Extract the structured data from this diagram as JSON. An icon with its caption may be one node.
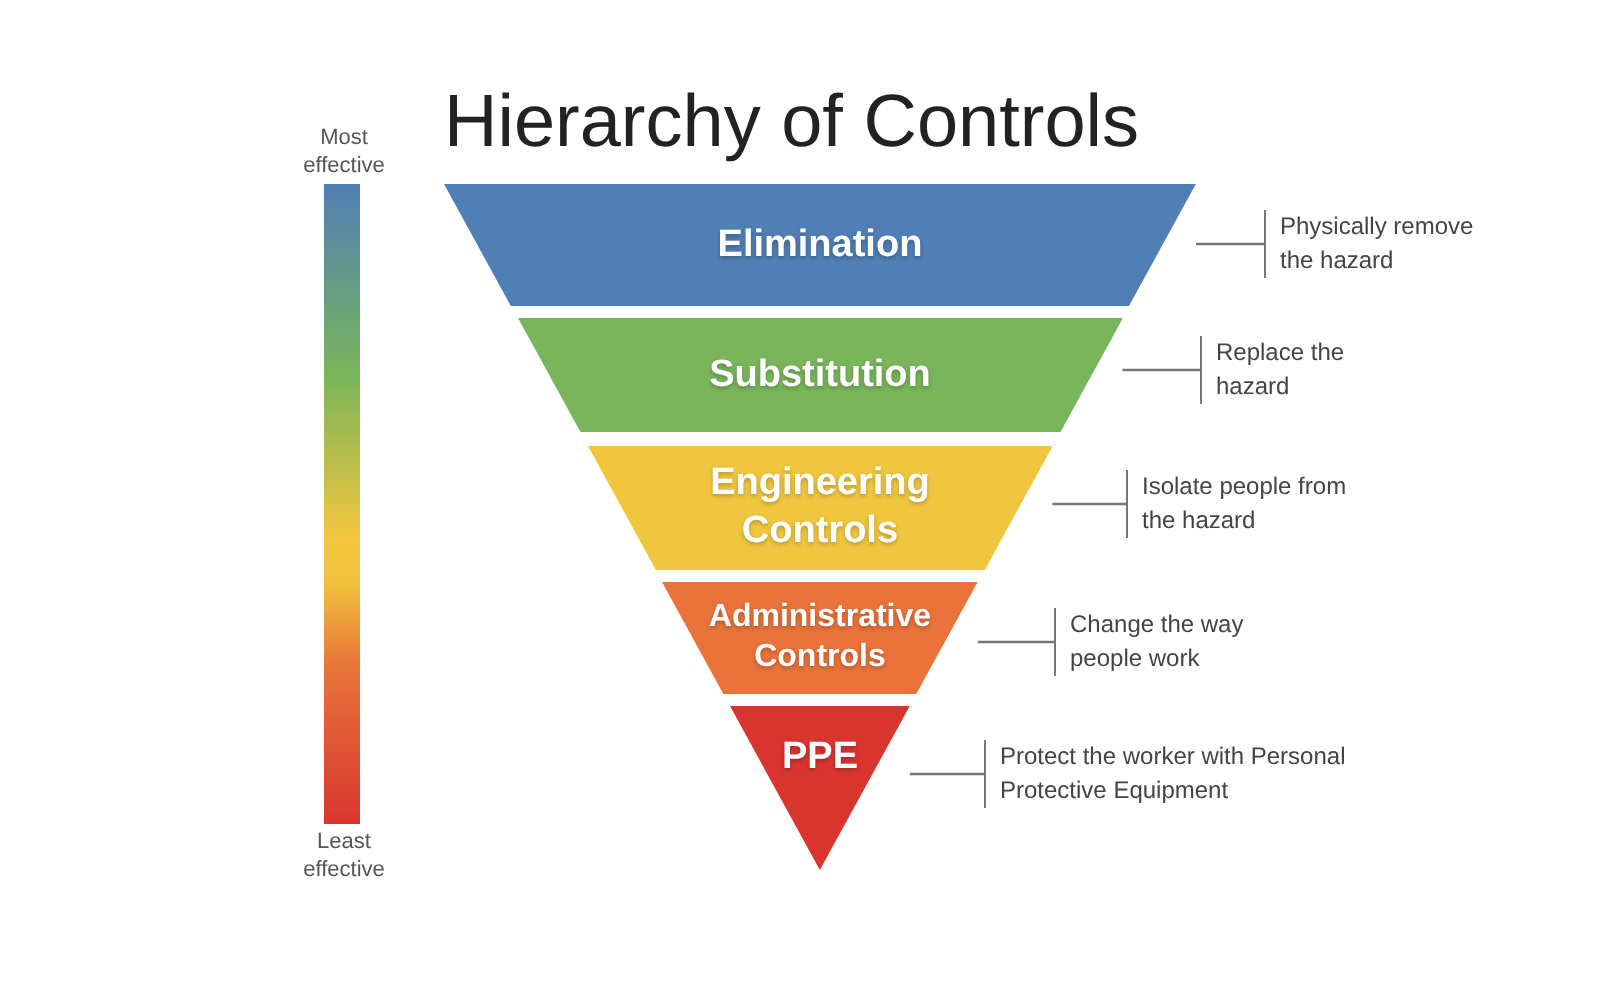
{
  "diagram": {
    "title": "Hierarchy of Controls",
    "nodes": [
      {
        "text": [
          "Elimination"
        ]
      },
      {
        "text": [
          "Substitution"
        ]
      },
      {
        "text": [
          "Engineering Controls"
        ]
      },
      {
        "text": [
          "Administrative Controls"
        ]
      },
      {
        "text": [
          "PPE"
        ]
      },
      {
        "text": [
          "Physically remove the hazard"
        ]
      },
      {
        "text": [
          "Replace the hazard"
        ]
      },
      {
        "text": [
          "Isolate people from the hazard"
        ]
      },
      {
        "text": [
          "Change the way people work"
        ]
      },
      {
        "text": [
          "Protect the worker with Personal Protective Equipment"
        ]
      },
      {
        "text": [],
        "shape": "bar",
        "beside": [
          "Most effective",
          "Least effective"
        ]
      }
    ],
    "edges": [
      {
        "from": 0,
        "to": 5,
        "arrow": "none"
      },
      {
        "from": 1,
        "to": 6,
        "arrow": "none"
      },
      {
        "from": 2,
        "to": 7,
        "arrow": "none"
      },
      {
        "from": 3,
        "to": 8,
        "arrow": "none"
      },
      {
        "from": 4,
        "to": 9,
        "arrow": "none"
      }
    ]
  }
}
